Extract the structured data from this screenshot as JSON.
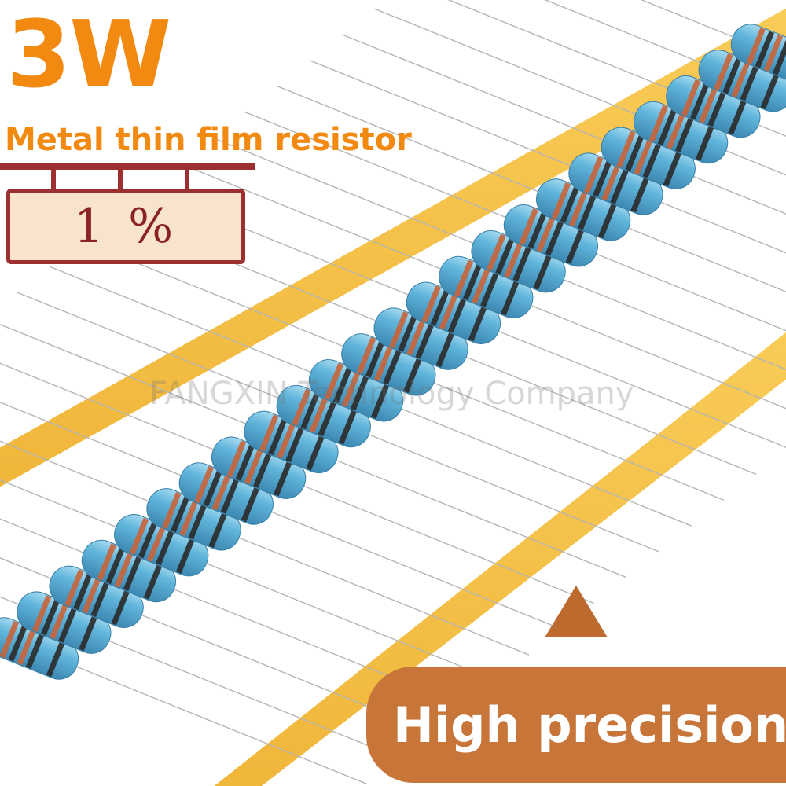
{
  "product": {
    "power": "3W",
    "type": "Metal thin film resistor",
    "tolerance": "1 %"
  },
  "watermark": "FANGXIN Technology Company",
  "feature_badge": "High precision",
  "colors": {
    "accent_orange": "#f28a12",
    "tape_yellow": "#f5c047",
    "resistor_blue": "#5aaed0",
    "tolerance_border": "#9c2f2f",
    "badge_brown": "#c8753a"
  }
}
